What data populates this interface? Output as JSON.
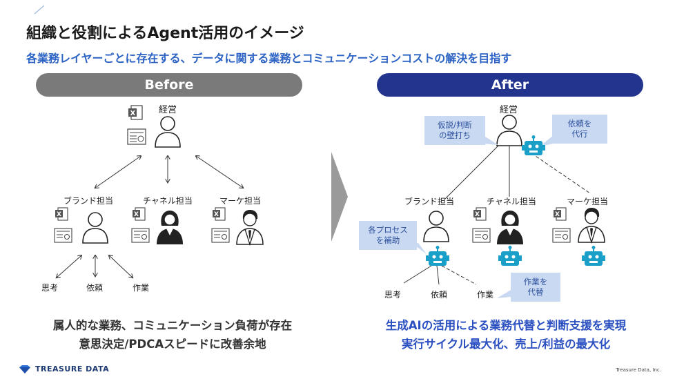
{
  "title": "組織と役割によるAgent活用のイメージ",
  "subtitle": "各業務レイヤーごとに存在する、データに関する業務とコミュニケーションコストの解決を目指す",
  "before": {
    "header": "Before",
    "exec_label": "経営",
    "roles": [
      "ブランド担当",
      "チャネル担当",
      "マーケ担当"
    ],
    "tasks": [
      "思考",
      "依頼",
      "作業"
    ],
    "conclusion_line1": "属人的な業務、コミュニケーション負荷が存在",
    "conclusion_line2": "意思決定/PDCAスピードに改善余地"
  },
  "after": {
    "header": "After",
    "exec_label": "経営",
    "roles": [
      "ブランド担当",
      "チャネル担当",
      "マーケ担当"
    ],
    "tasks": [
      "思考",
      "依頼",
      "作業"
    ],
    "callout_hypothesis": "仮説/判断\nの壁打ち",
    "callout_delegate": "依頼を\n代行",
    "callout_process": "各プロセス\nを補助",
    "callout_work": "作業を\n代替",
    "conclusion_line1": "生成AIの活用による業務代替と判断支援を実現",
    "conclusion_line2": "実行サイクル最大化、売上/利益の最大化"
  },
  "footer": {
    "logo_text": "TREASURE DATA",
    "copyright": "Treasure Data, Inc."
  },
  "colors": {
    "title_blue": "#2b63c4",
    "before_gray": "#7a7a7a",
    "after_navy": "#23348f",
    "robot_teal": "#1aa0c8",
    "callout_bg": "#c9d9f2"
  }
}
